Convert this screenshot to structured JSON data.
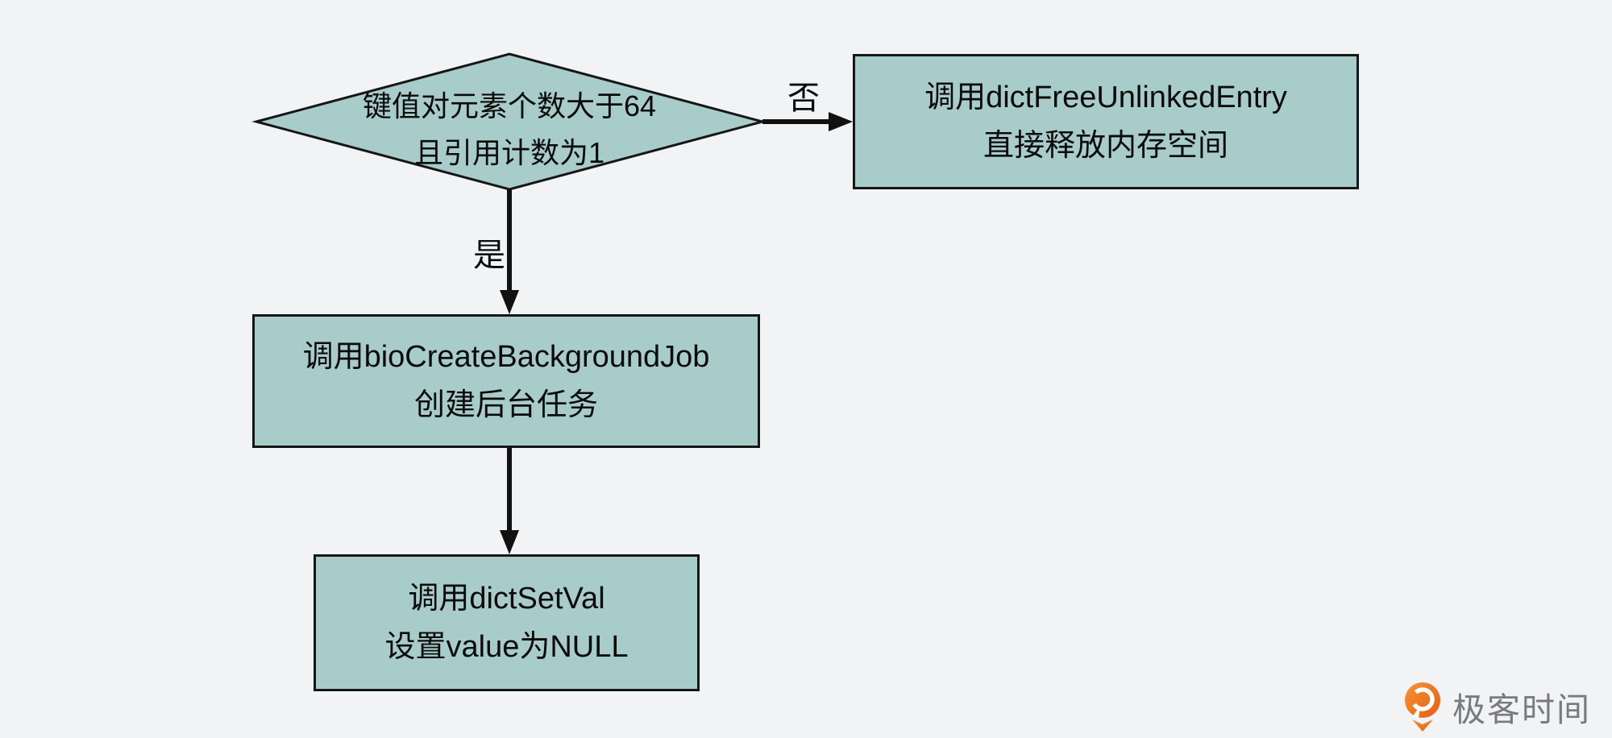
{
  "page": {
    "background_color": "#f2f3f5"
  },
  "flowchart": {
    "style": {
      "shape_fill": "#a8ccc9",
      "shape_border": "#161616",
      "line_color": "#111111",
      "text_color": "#0b0b0b"
    },
    "decision": {
      "lines": [
        "键值对元素个数大于64",
        "且引用计数为1"
      ]
    },
    "branches": {
      "no": {
        "label": "否"
      },
      "yes": {
        "label": "是"
      }
    },
    "process_free_entry": {
      "lines": [
        "调用dictFreeUnlinkedEntry",
        "直接释放内存空间"
      ]
    },
    "process_create_job": {
      "lines": [
        "调用bioCreateBackgroundJob",
        "创建后台任务"
      ]
    },
    "process_set_val": {
      "lines": [
        "调用dictSetVal",
        "设置value为NULL"
      ]
    }
  },
  "watermark": {
    "brand_name": "极客时间",
    "icon_color": "#ed6f1f",
    "text_color": "#7a7a7e"
  }
}
